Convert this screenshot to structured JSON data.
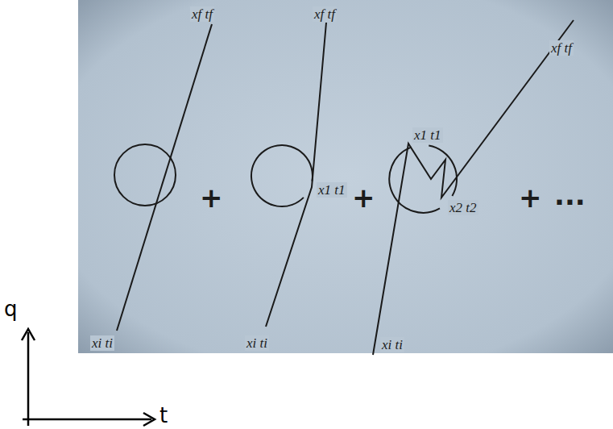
{
  "diagram": {
    "labels": [
      "xf tf",
      "xi ti",
      "+",
      "xf tf",
      "x1 t1",
      "xi ti",
      "+",
      "x1 t1",
      "x2 t2",
      "xf tf",
      "xi ti",
      "+",
      "···",
      "q",
      "t"
    ]
  }
}
